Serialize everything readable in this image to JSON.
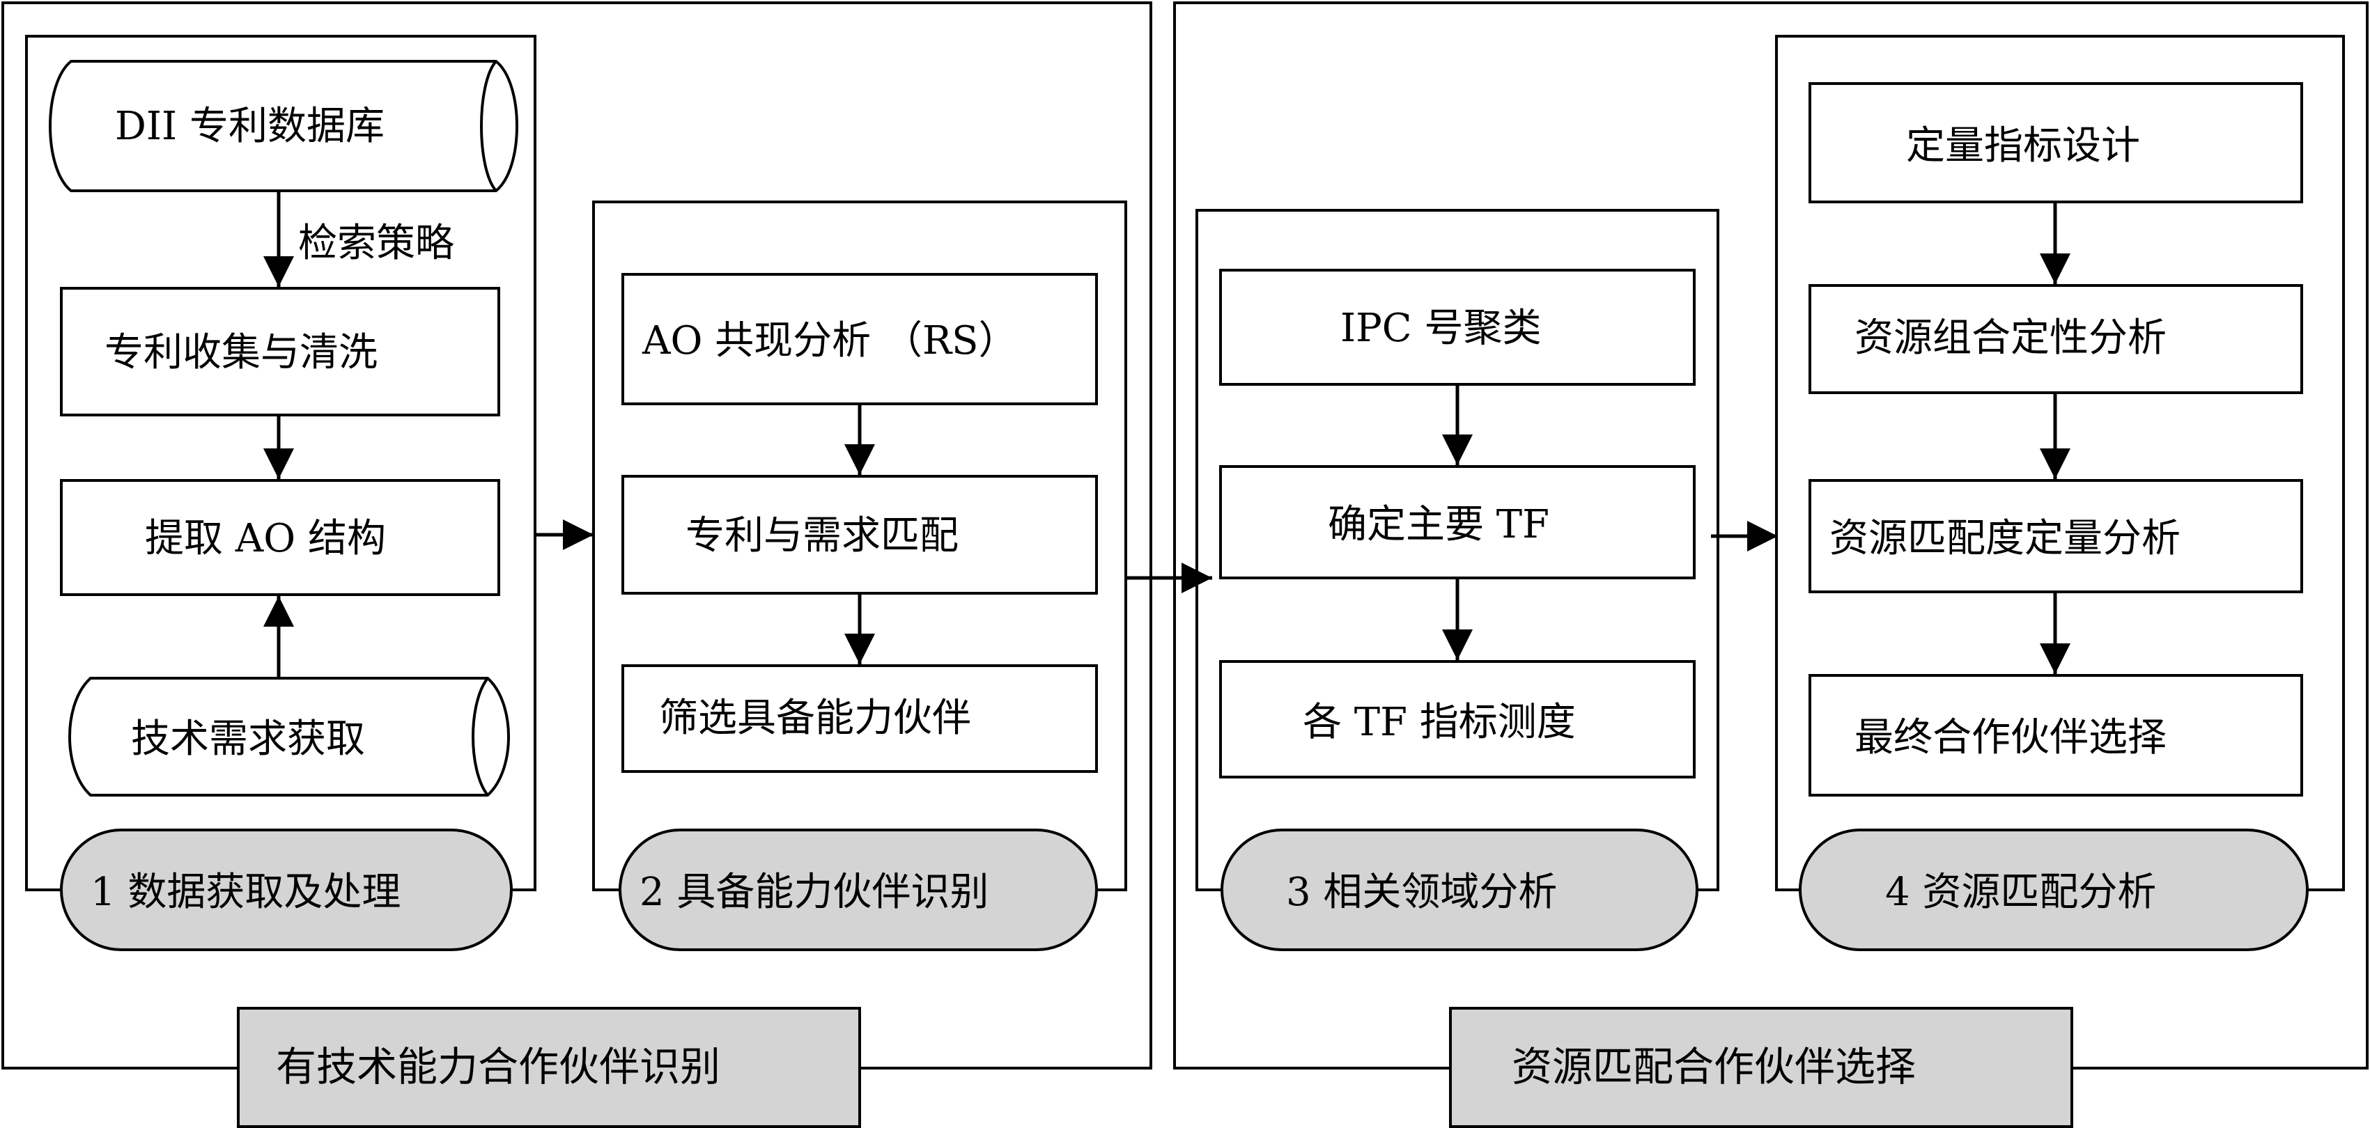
{
  "left_panel": {
    "caption": "有技术能力合作伙伴识别",
    "stage1": {
      "title": "1 数据获取及处理",
      "database": "DII 专利数据库",
      "strategy": "检索策略",
      "collect": "专利收集与清洗",
      "extract": "提取 AO 结构",
      "demand": "技术需求获取"
    },
    "stage2": {
      "title": "2 具备能力伙伴识别",
      "cooccurrence": "AO 共现分析 （RS）",
      "match": "专利与需求匹配",
      "screen": "筛选具备能力伙伴"
    }
  },
  "right_panel": {
    "caption": "资源匹配合作伙伴选择",
    "stage3": {
      "title": "3  相关领域分析",
      "ipc": "IPC 号聚类",
      "determine_tf": "确定主要  TF",
      "measure_tf": "各 TF 指标测度"
    },
    "stage4": {
      "title": "4 资源匹配分析",
      "indicator": "定量指标设计",
      "qualitative": "资源组合定性分析",
      "quantitative": "资源匹配度定量分析",
      "final": "最终合作伙伴选择"
    }
  }
}
